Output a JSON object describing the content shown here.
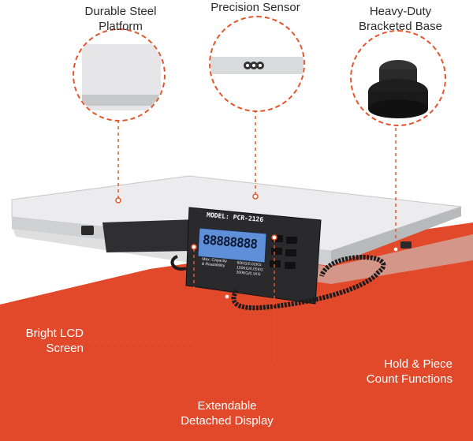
{
  "colors": {
    "accent": "#e4562d",
    "floor": "#e2492a",
    "platform": "#e9e9ea",
    "display_body": "#2a2a2c",
    "lcd": "#5e8fd8"
  },
  "callouts": {
    "platform": {
      "lines": [
        "Durable Steel",
        "Platform"
      ]
    },
    "sensor": {
      "lines": [
        "Precision Sensor"
      ]
    },
    "base": {
      "lines": [
        "Heavy-Duty",
        "Bracketed Base"
      ]
    },
    "lcd": {
      "lines": [
        "Bright LCD",
        "Screen"
      ]
    },
    "hold": {
      "lines": [
        "Hold & Piece",
        "Count Functions"
      ]
    },
    "display": {
      "lines": [
        "Extendable",
        "Detached Display"
      ]
    }
  },
  "display_unit": {
    "model": "MODEL: PCR-2126",
    "lcd_digits": "88888888",
    "capacity_label": [
      "Max. Capacity",
      "& Readability"
    ],
    "capacity_values": [
      "60KG/0.02KG",
      "150KG/0.05KG",
      "300KG/0.1KG"
    ]
  }
}
